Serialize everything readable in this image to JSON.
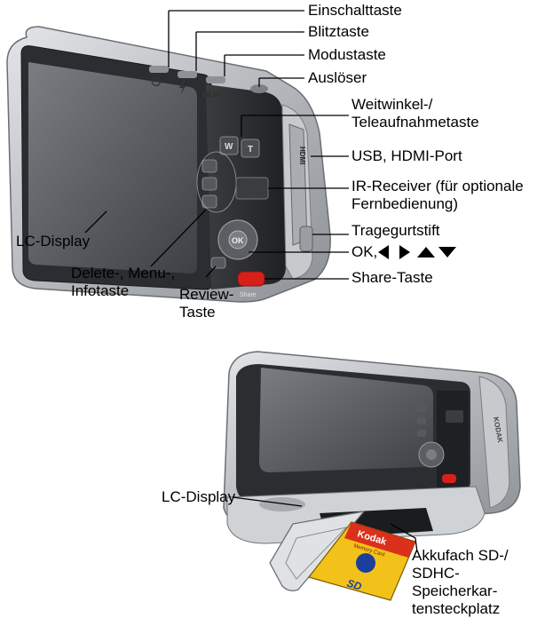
{
  "top_figure": {
    "labels": {
      "einschalttaste": "Einschalttaste",
      "blitztaste": "Blitztaste",
      "modustaste": "Modustaste",
      "ausloeser": "Auslöser",
      "zoom_line1": "Weitwinkel-/",
      "zoom_line2": "Teleaufnahmetaste",
      "usb_hdmi": "USB, HDMI-Port",
      "ir_line1": "IR-Receiver (für optionale",
      "ir_line2": "Fernbedienung)",
      "strap": "Tragegurtstift",
      "ok": "OK,",
      "share": "Share-Taste",
      "lcd": "LC-Display",
      "delete_line1": "Delete-, Menu-,",
      "delete_line2": "Infotaste",
      "review_line1": "Review-",
      "review_line2": "Taste"
    },
    "camera_marks": {
      "hdmi": "HDMI",
      "ok_button": "OK",
      "wide": "W",
      "tele": "T",
      "share": "Share"
    }
  },
  "bottom_figure": {
    "labels": {
      "lcd": "LC-Display",
      "slot_line1": "Akkufach SD-/",
      "slot_line2": "SDHC-Speicherkar-",
      "slot_line3": "tensteckplatz"
    },
    "card": {
      "brand": "Kodak",
      "subtitle": "Memory Card",
      "logo": "SD"
    },
    "camera_marks": {
      "brand": "KODAK"
    }
  },
  "colors": {
    "body_silver": "#b9bcc0",
    "body_dark": "#2b2d30",
    "screen": "#5a5e63",
    "share_red": "#d8201b",
    "card_yellow": "#f2c21a",
    "card_blue": "#1d3f9c"
  },
  "icons": [
    "power-icon",
    "flash-icon",
    "mode-icon",
    "right-arrow-icon",
    "left-arrow-icon",
    "up-arrow-icon",
    "down-arrow-icon"
  ]
}
